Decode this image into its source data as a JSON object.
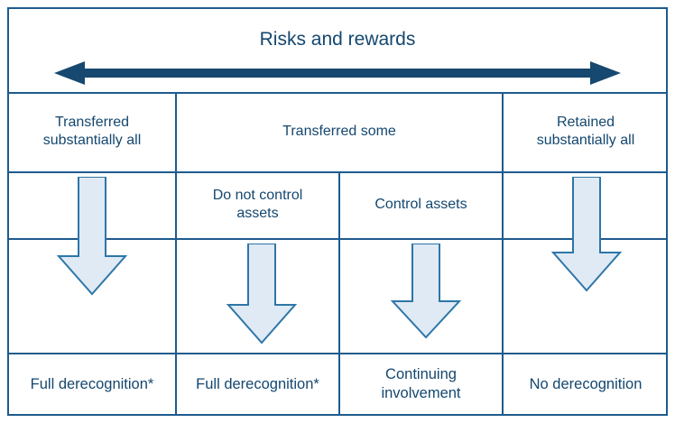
{
  "diagram": {
    "title": "Risks and rewards",
    "colors": {
      "border": "#1e5b8e",
      "text": "#14476f",
      "arrow_fill": "#dfeaf5",
      "arrow_stroke": "#2e76a8",
      "dbl_arrow": "#17486f"
    },
    "risk_axis": {
      "icon": "double-headed-horizontal-arrow",
      "left_label": "Transferred substantially all",
      "right_label": "Retained substantially all"
    },
    "columns": [
      {
        "heading": "Transferred\nsubstantially all",
        "heading_line1": "Transferred",
        "heading_line2": "substantially all",
        "sub_heading": "",
        "outcome": "Full derecognition*"
      },
      {
        "heading": "Transferred some",
        "sub_heading_line1": "Do not control",
        "sub_heading_line2": "assets",
        "outcome": "Full derecognition*"
      },
      {
        "heading": "Transferred some",
        "sub_heading": "Control assets",
        "outcome_line1": "Continuing",
        "outcome_line2": "involvement"
      },
      {
        "heading": "Retained\nsubstantially all",
        "heading_line1": "Retained",
        "heading_line2": "substantially all",
        "sub_heading": "",
        "outcome": "No derecognition"
      }
    ],
    "headings": {
      "transferred_all_l1": "Transferred",
      "transferred_all_l2": "substantially all",
      "transferred_some": "Transferred some",
      "retained_all_l1": "Retained",
      "retained_all_l2": "substantially all",
      "do_not_control_l1": "Do not control",
      "do_not_control_l2": "assets",
      "control_assets": "Control assets"
    },
    "outcomes": {
      "full_derecognition_1": "Full derecognition*",
      "full_derecognition_2": "Full derecognition*",
      "continuing_l1": "Continuing",
      "continuing_l2": "involvement",
      "no_derecognition": "No derecognition"
    }
  }
}
